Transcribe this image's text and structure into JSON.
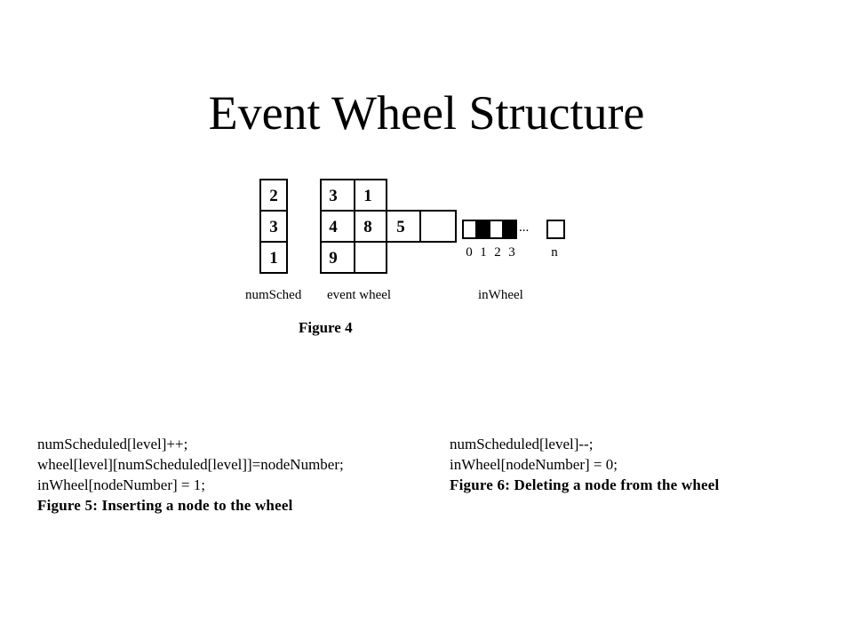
{
  "slide": {
    "title": "Event Wheel Structure"
  },
  "figure4": {
    "caption": "Figure 4",
    "numSched": {
      "label": "numSched",
      "cells": [
        "2",
        "3",
        "1"
      ]
    },
    "event_wheel": {
      "label": "event wheel",
      "rows": [
        [
          "3",
          "1"
        ],
        [
          "4",
          "8",
          "5",
          ""
        ],
        [
          "9",
          ""
        ]
      ]
    },
    "inWheel": {
      "label": "inWheel",
      "bits": [
        "0",
        "1",
        "0",
        "1"
      ],
      "index_labels": [
        "0",
        "1",
        "2",
        "3"
      ],
      "ellipsis": "...",
      "last_label": "n"
    }
  },
  "insert_code": {
    "lines": [
      "numScheduled[level]++;",
      "wheel[level][numScheduled[level]]=nodeNumber;",
      "inWheel[nodeNumber] = 1;"
    ],
    "caption": "Figure 5:  Inserting a node to the wheel"
  },
  "delete_code": {
    "lines": [
      "numScheduled[level]--;",
      "inWheel[nodeNumber] = 0;"
    ],
    "caption": "Figure 6:   Deleting a node from the wheel"
  },
  "colors": {
    "stroke": "#000000",
    "fill_on": "#000000",
    "fill_off": "#ffffff"
  }
}
